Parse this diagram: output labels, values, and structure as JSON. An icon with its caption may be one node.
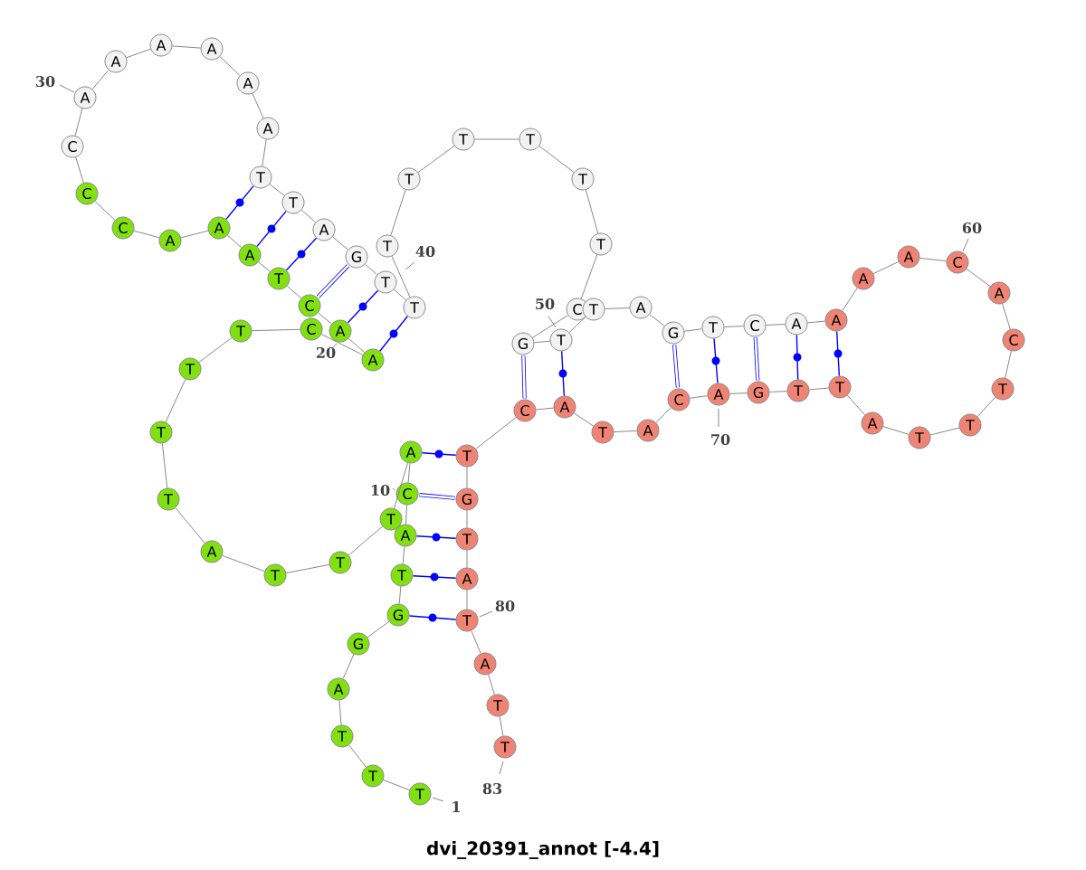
{
  "diagram": {
    "title": "dvi_20391_annot [-4.4]",
    "nodes": [
      {
        "text": [
          "T"
        ]
      },
      {
        "text": [
          "T"
        ]
      },
      {
        "text": [
          "T"
        ]
      },
      {
        "text": [
          "A"
        ]
      },
      {
        "text": [
          "G"
        ]
      },
      {
        "text": [
          "G"
        ]
      },
      {
        "text": [
          "T"
        ]
      },
      {
        "text": [
          "A"
        ]
      },
      {
        "text": [
          "C"
        ]
      },
      {
        "text": [
          "A"
        ]
      },
      {
        "text": [
          "T"
        ]
      },
      {
        "text": [
          "T"
        ]
      },
      {
        "text": [
          "T"
        ]
      },
      {
        "text": [
          "A"
        ]
      },
      {
        "text": [
          "T"
        ]
      },
      {
        "text": [
          "T"
        ]
      },
      {
        "text": [
          "T"
        ]
      },
      {
        "text": [
          "T"
        ]
      },
      {
        "text": [
          "C"
        ]
      },
      {
        "text": [
          "A"
        ]
      },
      {
        "text": [
          "A"
        ]
      },
      {
        "text": [
          "C"
        ]
      },
      {
        "text": [
          "T"
        ]
      },
      {
        "text": [
          "A"
        ]
      },
      {
        "text": [
          "A"
        ]
      },
      {
        "text": [
          "A"
        ]
      },
      {
        "text": [
          "C"
        ]
      },
      {
        "text": [
          "C"
        ]
      },
      {
        "text": [
          "C"
        ]
      },
      {
        "text": [
          "A"
        ]
      },
      {
        "text": [
          "A"
        ]
      },
      {
        "text": [
          "A"
        ]
      },
      {
        "text": [
          "A"
        ]
      },
      {
        "text": [
          "A"
        ]
      },
      {
        "text": [
          "A"
        ]
      },
      {
        "text": [
          "T"
        ]
      },
      {
        "text": [
          "T"
        ]
      },
      {
        "text": [
          "A"
        ]
      },
      {
        "text": [
          "G"
        ]
      },
      {
        "text": [
          "T"
        ]
      },
      {
        "text": [
          "T"
        ]
      },
      {
        "text": [
          "T"
        ]
      },
      {
        "text": [
          "T"
        ]
      },
      {
        "text": [
          "T"
        ]
      },
      {
        "text": [
          "T"
        ]
      },
      {
        "text": [
          "T"
        ]
      },
      {
        "text": [
          "T"
        ]
      },
      {
        "text": [
          "C"
        ]
      },
      {
        "text": [
          "G"
        ]
      },
      {
        "text": [
          "T"
        ]
      },
      {
        "text": [
          "T"
        ]
      },
      {
        "text": [
          "A"
        ]
      },
      {
        "text": [
          "G"
        ]
      },
      {
        "text": [
          "T"
        ]
      },
      {
        "text": [
          "C"
        ]
      },
      {
        "text": [
          "A"
        ]
      },
      {
        "text": [
          "A"
        ]
      },
      {
        "text": [
          "A"
        ]
      },
      {
        "text": [
          "A"
        ]
      },
      {
        "text": [
          "C"
        ]
      },
      {
        "text": [
          "A"
        ]
      },
      {
        "text": [
          "C"
        ]
      },
      {
        "text": [
          "T"
        ]
      },
      {
        "text": [
          "T"
        ]
      },
      {
        "text": [
          "T"
        ]
      },
      {
        "text": [
          "A"
        ]
      },
      {
        "text": [
          "T"
        ]
      },
      {
        "text": [
          "T"
        ]
      },
      {
        "text": [
          "G"
        ]
      },
      {
        "text": [
          "A"
        ]
      },
      {
        "text": [
          "C"
        ]
      },
      {
        "text": [
          "A"
        ]
      },
      {
        "text": [
          "T"
        ]
      },
      {
        "text": [
          "A"
        ]
      },
      {
        "text": [
          "C"
        ]
      },
      {
        "text": [
          "T"
        ]
      },
      {
        "text": [
          "G"
        ]
      },
      {
        "text": [
          "T"
        ]
      },
      {
        "text": [
          "A"
        ]
      },
      {
        "text": [
          "T"
        ]
      },
      {
        "text": [
          "A"
        ]
      },
      {
        "text": [
          "T"
        ]
      },
      {
        "text": [
          "T"
        ]
      }
    ],
    "edges": [
      {
        "from": 0,
        "to": 1,
        "arrow": "none"
      },
      {
        "from": 1,
        "to": 2,
        "arrow": "none"
      },
      {
        "from": 2,
        "to": 3,
        "arrow": "none"
      },
      {
        "from": 3,
        "to": 4,
        "arrow": "none"
      },
      {
        "from": 4,
        "to": 5,
        "arrow": "none"
      },
      {
        "from": 5,
        "to": 6,
        "arrow": "none"
      },
      {
        "from": 6,
        "to": 7,
        "arrow": "none"
      },
      {
        "from": 7,
        "to": 8,
        "arrow": "none"
      },
      {
        "from": 8,
        "to": 9,
        "arrow": "none"
      },
      {
        "from": 9,
        "to": 10,
        "arrow": "none"
      },
      {
        "from": 10,
        "to": 11,
        "arrow": "none"
      },
      {
        "from": 11,
        "to": 12,
        "arrow": "none"
      },
      {
        "from": 12,
        "to": 13,
        "arrow": "none"
      },
      {
        "from": 13,
        "to": 14,
        "arrow": "none"
      },
      {
        "from": 14,
        "to": 15,
        "arrow": "none"
      },
      {
        "from": 15,
        "to": 16,
        "arrow": "none"
      },
      {
        "from": 16,
        "to": 17,
        "arrow": "none"
      },
      {
        "from": 17,
        "to": 18,
        "arrow": "none"
      },
      {
        "from": 18,
        "to": 19,
        "arrow": "none"
      },
      {
        "from": 19,
        "to": 20,
        "arrow": "none"
      },
      {
        "from": 20,
        "to": 21,
        "arrow": "none"
      },
      {
        "from": 21,
        "to": 22,
        "arrow": "none"
      },
      {
        "from": 22,
        "to": 23,
        "arrow": "none"
      },
      {
        "from": 23,
        "to": 24,
        "arrow": "none"
      },
      {
        "from": 24,
        "to": 25,
        "arrow": "none"
      },
      {
        "from": 25,
        "to": 26,
        "arrow": "none"
      },
      {
        "from": 26,
        "to": 27,
        "arrow": "none"
      },
      {
        "from": 27,
        "to": 28,
        "arrow": "none"
      },
      {
        "from": 28,
        "to": 29,
        "arrow": "none"
      },
      {
        "from": 29,
        "to": 30,
        "arrow": "none"
      },
      {
        "from": 30,
        "to": 31,
        "arrow": "none"
      },
      {
        "from": 31,
        "to": 32,
        "arrow": "none"
      },
      {
        "from": 32,
        "to": 33,
        "arrow": "none"
      },
      {
        "from": 33,
        "to": 34,
        "arrow": "none"
      },
      {
        "from": 34,
        "to": 35,
        "arrow": "none"
      },
      {
        "from": 35,
        "to": 36,
        "arrow": "none"
      },
      {
        "from": 36,
        "to": 37,
        "arrow": "none"
      },
      {
        "from": 37,
        "to": 38,
        "arrow": "none"
      },
      {
        "from": 38,
        "to": 39,
        "arrow": "none"
      },
      {
        "from": 39,
        "to": 40,
        "arrow": "none"
      },
      {
        "from": 40,
        "to": 41,
        "arrow": "none"
      },
      {
        "from": 41,
        "to": 42,
        "arrow": "none"
      },
      {
        "from": 42,
        "to": 43,
        "arrow": "none"
      },
      {
        "from": 43,
        "to": 44,
        "arrow": "none"
      },
      {
        "from": 44,
        "to": 45,
        "arrow": "none"
      },
      {
        "from": 45,
        "to": 46,
        "arrow": "none"
      },
      {
        "from": 46,
        "to": 47,
        "arrow": "none"
      },
      {
        "from": 47,
        "to": 48,
        "arrow": "none"
      },
      {
        "from": 48,
        "to": 49,
        "arrow": "none"
      },
      {
        "from": 49,
        "to": 50,
        "arrow": "none"
      },
      {
        "from": 50,
        "to": 51,
        "arrow": "none"
      },
      {
        "from": 51,
        "to": 52,
        "arrow": "none"
      },
      {
        "from": 52,
        "to": 53,
        "arrow": "none"
      },
      {
        "from": 53,
        "to": 54,
        "arrow": "none"
      },
      {
        "from": 54,
        "to": 55,
        "arrow": "none"
      },
      {
        "from": 55,
        "to": 56,
        "arrow": "none"
      },
      {
        "from": 56,
        "to": 57,
        "arrow": "none"
      },
      {
        "from": 57,
        "to": 58,
        "arrow": "none"
      },
      {
        "from": 58,
        "to": 59,
        "arrow": "none"
      },
      {
        "from": 59,
        "to": 60,
        "arrow": "none"
      },
      {
        "from": 60,
        "to": 61,
        "arrow": "none"
      },
      {
        "from": 61,
        "to": 62,
        "arrow": "none"
      },
      {
        "from": 62,
        "to": 63,
        "arrow": "none"
      },
      {
        "from": 63,
        "to": 64,
        "arrow": "none"
      },
      {
        "from": 64,
        "to": 65,
        "arrow": "none"
      },
      {
        "from": 65,
        "to": 66,
        "arrow": "none"
      },
      {
        "from": 66,
        "to": 67,
        "arrow": "none"
      },
      {
        "from": 67,
        "to": 68,
        "arrow": "none"
      },
      {
        "from": 68,
        "to": 69,
        "arrow": "none"
      },
      {
        "from": 69,
        "to": 70,
        "arrow": "none"
      },
      {
        "from": 70,
        "to": 71,
        "arrow": "none"
      },
      {
        "from": 71,
        "to": 72,
        "arrow": "none"
      },
      {
        "from": 72,
        "to": 73,
        "arrow": "none"
      },
      {
        "from": 73,
        "to": 74,
        "arrow": "none"
      },
      {
        "from": 74,
        "to": 75,
        "arrow": "none"
      },
      {
        "from": 75,
        "to": 76,
        "arrow": "none"
      },
      {
        "from": 76,
        "to": 77,
        "arrow": "none"
      },
      {
        "from": 77,
        "to": 78,
        "arrow": "none"
      },
      {
        "from": 78,
        "to": 79,
        "arrow": "none"
      },
      {
        "from": 79,
        "to": 80,
        "arrow": "none"
      },
      {
        "from": 80,
        "to": 81,
        "arrow": "none"
      },
      {
        "from": 81,
        "to": 82,
        "arrow": "none"
      },
      {
        "from": 5,
        "to": 79,
        "arrow": "none",
        "color": "#0000ff"
      },
      {
        "from": 6,
        "to": 78,
        "arrow": "none",
        "color": "#0000ff"
      },
      {
        "from": 7,
        "to": 77,
        "arrow": "none",
        "color": "#0000ff"
      },
      {
        "from": 8,
        "to": 76,
        "arrow": "none",
        "color": "#0000ff",
        "style": "thick"
      },
      {
        "from": 9,
        "to": 75,
        "arrow": "none",
        "color": "#0000ff"
      },
      {
        "from": 19,
        "to": 40,
        "arrow": "none",
        "color": "#0000ff"
      },
      {
        "from": 20,
        "to": 39,
        "arrow": "none",
        "color": "#0000ff"
      },
      {
        "from": 21,
        "to": 38,
        "arrow": "none",
        "color": "#0000ff",
        "style": "thick"
      },
      {
        "from": 22,
        "to": 37,
        "arrow": "none",
        "color": "#0000ff"
      },
      {
        "from": 23,
        "to": 36,
        "arrow": "none",
        "color": "#0000ff"
      },
      {
        "from": 24,
        "to": 35,
        "arrow": "none",
        "color": "#0000ff"
      },
      {
        "from": 48,
        "to": 74,
        "arrow": "none",
        "color": "#0000ff",
        "style": "thick"
      },
      {
        "from": 49,
        "to": 73,
        "arrow": "none",
        "color": "#0000ff"
      },
      {
        "from": 52,
        "to": 70,
        "arrow": "none",
        "color": "#0000ff",
        "style": "thick"
      },
      {
        "from": 53,
        "to": 69,
        "arrow": "none",
        "color": "#0000ff"
      },
      {
        "from": 54,
        "to": 68,
        "arrow": "none",
        "color": "#0000ff",
        "style": "thick"
      },
      {
        "from": 55,
        "to": 67,
        "arrow": "none",
        "color": "#0000ff"
      },
      {
        "from": 56,
        "to": 66,
        "arrow": "none",
        "color": "#0000ff"
      }
    ],
    "labels": [
      "30",
      "60",
      "40",
      "50",
      "20",
      "70",
      "10",
      "80",
      "83",
      "1"
    ]
  }
}
